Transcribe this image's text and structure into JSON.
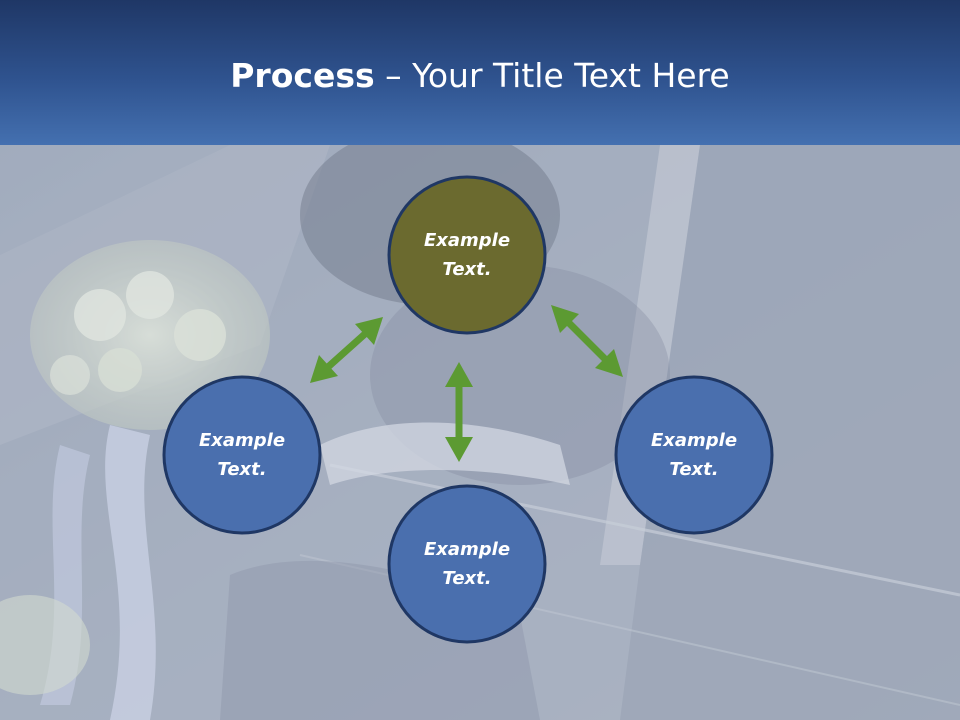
{
  "header": {
    "title_bold": "Process",
    "title_rest": " – Your Title Text Here"
  },
  "colors": {
    "header_top": "#1f3766",
    "header_bottom": "#4470b0",
    "node_center": "#6b6a2f",
    "node_blue": "#4a6fae",
    "node_border": "#1f3764",
    "arrow_green": "#5c9a32"
  },
  "diagram": {
    "nodes": [
      {
        "id": "top",
        "line1": "Example",
        "line2": "Text.",
        "color": "#6b6a2f"
      },
      {
        "id": "left",
        "line1": "Example",
        "line2": "Text.",
        "color": "#4a6fae"
      },
      {
        "id": "bottom",
        "line1": "Example",
        "line2": "Text.",
        "color": "#4a6fae"
      },
      {
        "id": "right",
        "line1": "Example",
        "line2": "Text.",
        "color": "#4a6fae"
      }
    ],
    "arrows": [
      {
        "from": "top",
        "to": "left",
        "type": "double-headed"
      },
      {
        "from": "top",
        "to": "bottom",
        "type": "double-headed"
      },
      {
        "from": "top",
        "to": "right",
        "type": "double-headed"
      }
    ]
  }
}
